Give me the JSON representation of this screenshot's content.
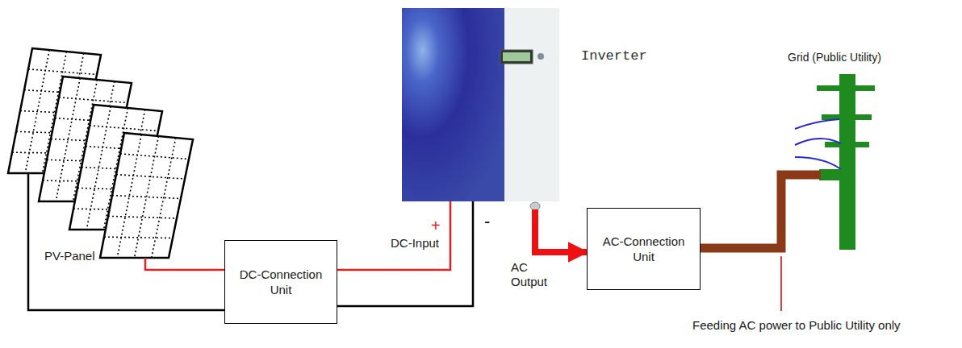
{
  "diagram": {
    "nodes": [
      {
        "text": [
          "PV-Panel"
        ]
      },
      {
        "text": [
          "DC-Connection Unit"
        ]
      },
      {
        "text": [
          "Inverter"
        ]
      },
      {
        "text": [
          "AC-Connection Unit"
        ]
      },
      {
        "text": [
          "Grid (Public Utility)"
        ]
      }
    ],
    "edges": [
      {
        "from": 0,
        "to": 1,
        "arrow": "none"
      },
      {
        "from": 0,
        "to": 1,
        "arrow": "none"
      },
      {
        "from": 1,
        "to": 2,
        "arrow": "none"
      },
      {
        "from": 1,
        "to": 2,
        "arrow": "none"
      },
      {
        "from": 2,
        "to": 3,
        "arrow": "to",
        "label": "AC Output"
      },
      {
        "from": 3,
        "to": 4,
        "arrow": "none"
      }
    ],
    "labels": [
      "+",
      "-",
      "DC-Input",
      "Feeding AC power to Public Utility only"
    ]
  }
}
